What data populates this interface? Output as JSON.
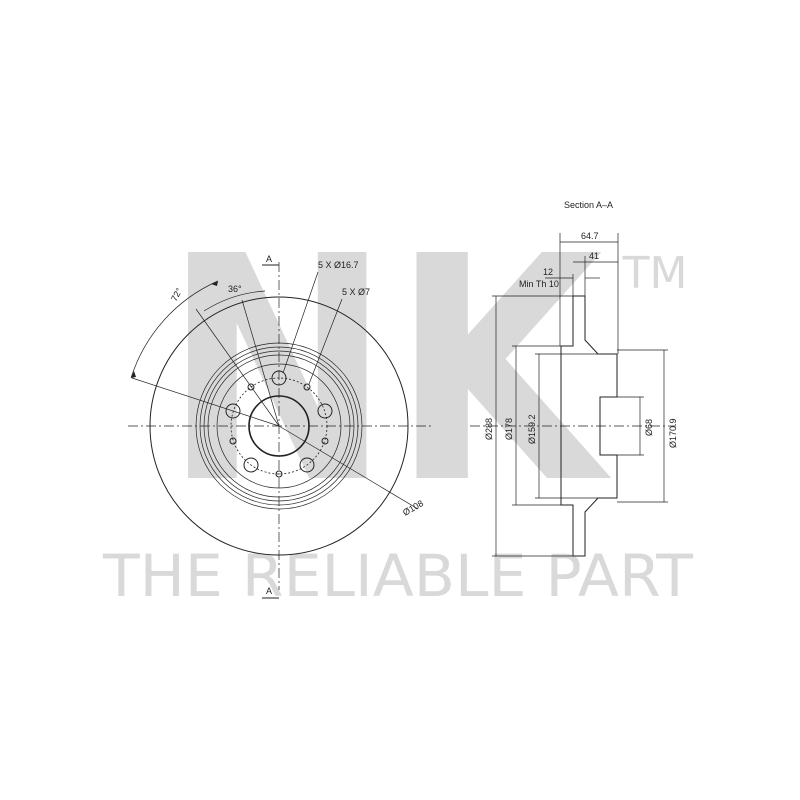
{
  "watermark": {
    "brand": "NK",
    "trademark": "TM",
    "tagline": "THE RELIABLE PART",
    "color": "#d9d9d9"
  },
  "front_view": {
    "section_marker_top": "A",
    "section_marker_bottom": "A",
    "angle_large": "72°",
    "angle_small": "36°",
    "bolt_holes_label": "5 X Ø16.7",
    "small_holes_label": "5 X Ø7",
    "pcd_label": "Ø108"
  },
  "section_view": {
    "title": "Section A–A",
    "width_total": "64.7",
    "hat_depth": "41",
    "thickness": "12",
    "min_thickness": "Min Th 10",
    "diameters": {
      "outer": "Ø288",
      "hat_outer": "Ø178",
      "hat_inner": "Ø159.2",
      "bore": "Ø68",
      "hub": "Ø170.9"
    }
  },
  "colors": {
    "line": "#222222",
    "watermark": "#d9d9d9"
  }
}
